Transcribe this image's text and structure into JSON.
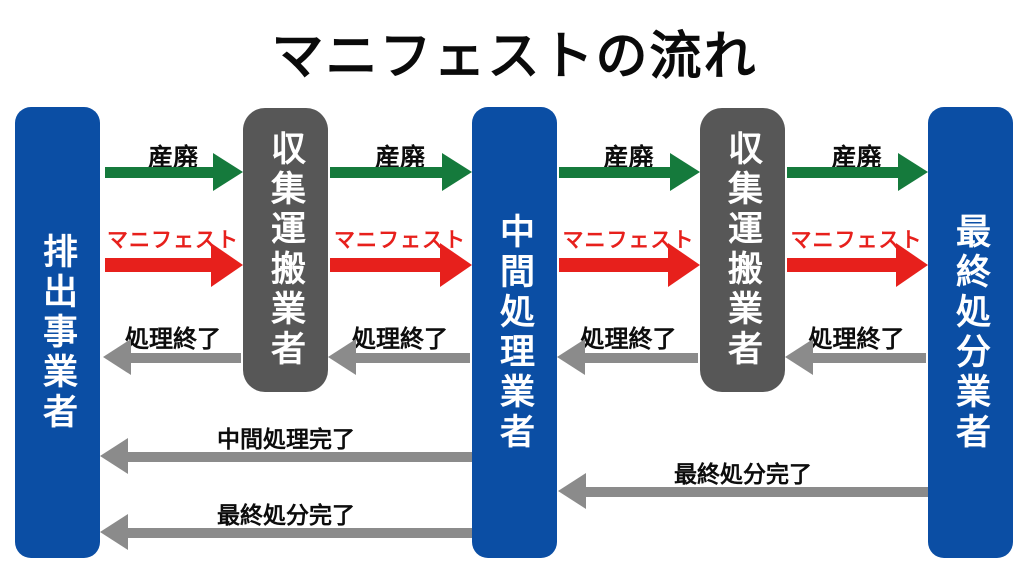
{
  "title": "マニフェストの流れ",
  "colors": {
    "blue": "#0B4EA4",
    "gray_pillar": "#575757",
    "green": "#157A3C",
    "red": "#E7201C",
    "arrow_gray": "#8B8B8B"
  },
  "pillars": [
    {
      "label": "排出事業者",
      "role": "waste-generator",
      "style": "blue"
    },
    {
      "label": "収集運搬業者",
      "role": "collection-transport-1",
      "style": "gray"
    },
    {
      "label": "中間処理業者",
      "role": "intermediate-processor",
      "style": "blue"
    },
    {
      "label": "収集運搬業者",
      "role": "collection-transport-2",
      "style": "gray"
    },
    {
      "label": "最終処分業者",
      "role": "final-disposal",
      "style": "blue"
    }
  ],
  "arrows": [
    {
      "label": "産廃",
      "color": "green",
      "direction": "right",
      "from": "排出事業者",
      "to": "収集運搬業者"
    },
    {
      "label": "マニフェスト",
      "color": "red",
      "direction": "right",
      "from": "排出事業者",
      "to": "収集運搬業者"
    },
    {
      "label": "処理終了",
      "color": "gray",
      "direction": "left",
      "from": "収集運搬業者",
      "to": "排出事業者"
    },
    {
      "label": "産廃",
      "color": "green",
      "direction": "right",
      "from": "収集運搬業者",
      "to": "中間処理業者"
    },
    {
      "label": "マニフェスト",
      "color": "red",
      "direction": "right",
      "from": "収集運搬業者",
      "to": "中間処理業者"
    },
    {
      "label": "処理終了",
      "color": "gray",
      "direction": "left",
      "from": "中間処理業者",
      "to": "収集運搬業者"
    },
    {
      "label": "産廃",
      "color": "green",
      "direction": "right",
      "from": "中間処理業者",
      "to": "収集運搬業者"
    },
    {
      "label": "マニフェスト",
      "color": "red",
      "direction": "right",
      "from": "中間処理業者",
      "to": "収集運搬業者"
    },
    {
      "label": "処理終了",
      "color": "gray",
      "direction": "left",
      "from": "収集運搬業者",
      "to": "中間処理業者"
    },
    {
      "label": "産廃",
      "color": "green",
      "direction": "right",
      "from": "収集運搬業者",
      "to": "最終処分業者"
    },
    {
      "label": "マニフェスト",
      "color": "red",
      "direction": "right",
      "from": "収集運搬業者",
      "to": "最終処分業者"
    },
    {
      "label": "処理終了",
      "color": "gray",
      "direction": "left",
      "from": "最終処分業者",
      "to": "収集運搬業者"
    },
    {
      "label": "中間処理完了",
      "color": "gray",
      "direction": "left",
      "from": "中間処理業者",
      "to": "排出事業者"
    },
    {
      "label": "最終処分完了",
      "color": "gray",
      "direction": "left",
      "from": "中間処理業者",
      "to": "排出事業者"
    },
    {
      "label": "最終処分完了",
      "color": "gray",
      "direction": "left",
      "from": "最終処分業者",
      "to": "中間処理業者"
    }
  ]
}
